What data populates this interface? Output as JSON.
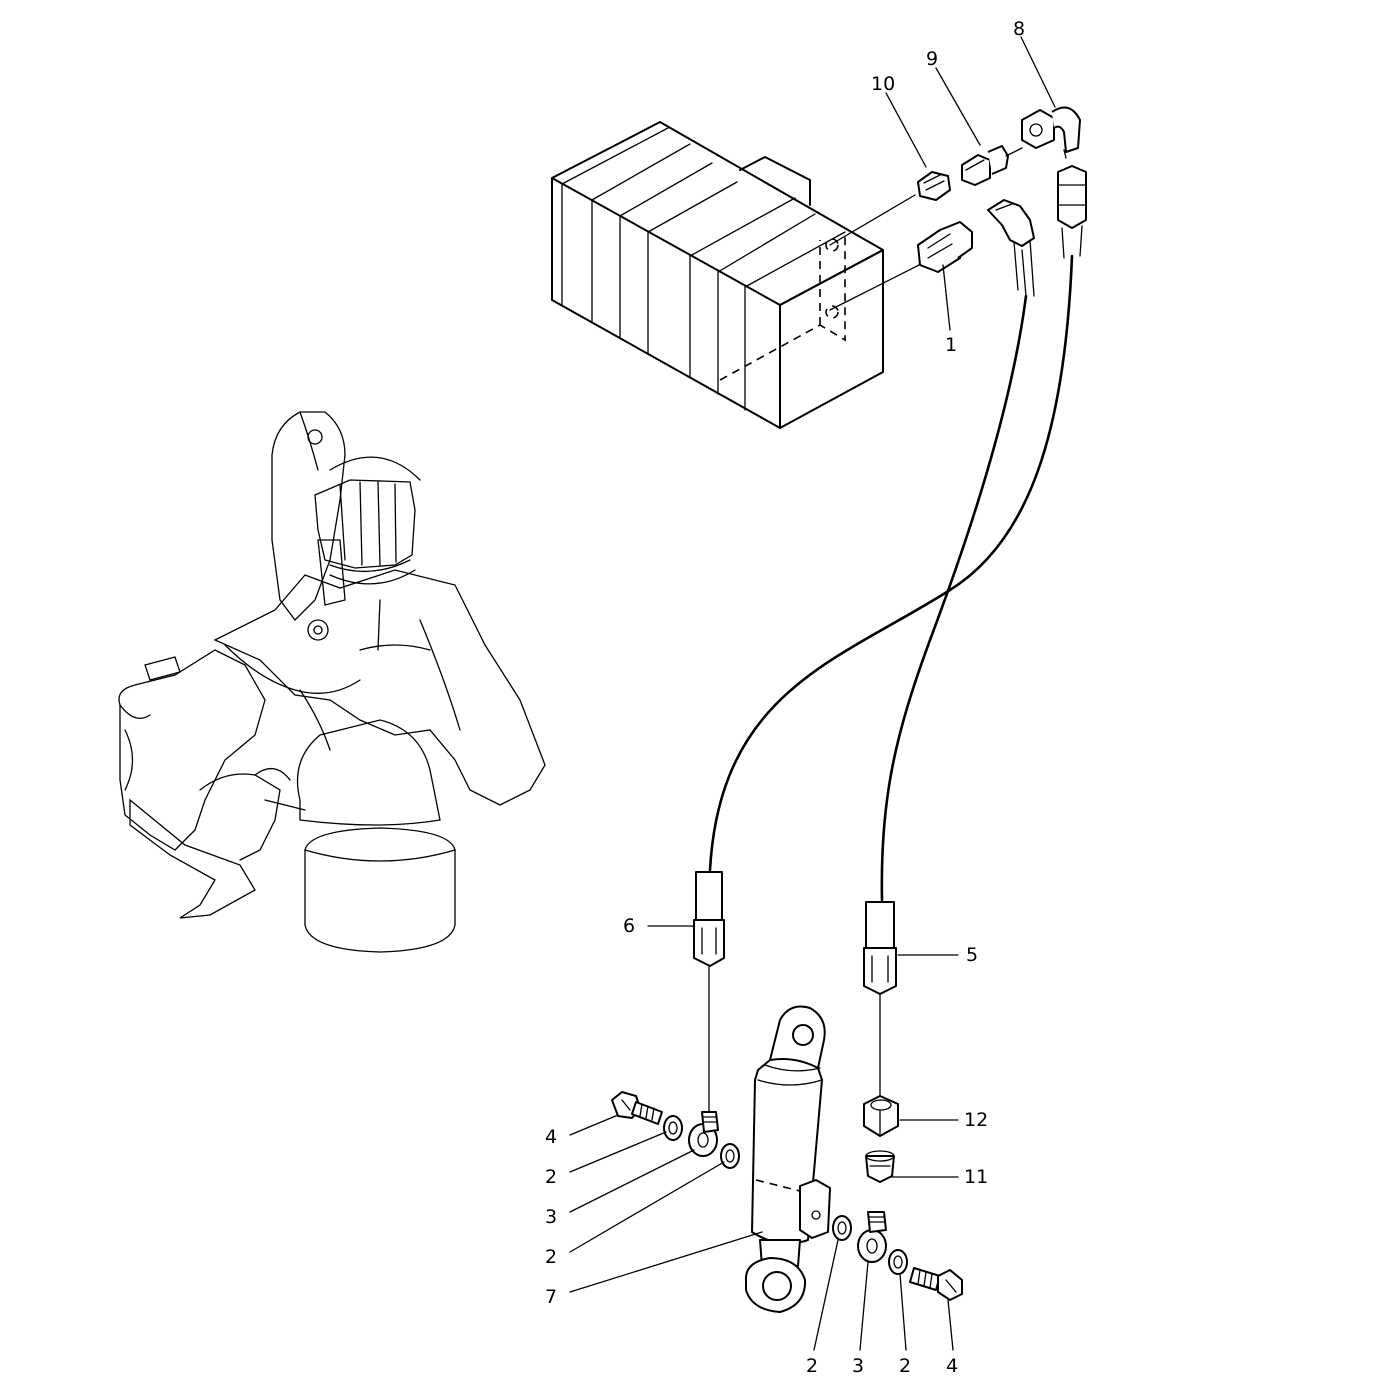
{
  "callouts": [
    {
      "id": "c8",
      "text": "8"
    },
    {
      "id": "c9",
      "text": "9"
    },
    {
      "id": "c10",
      "text": "10"
    },
    {
      "id": "c1",
      "text": "1"
    },
    {
      "id": "c6",
      "text": "6"
    },
    {
      "id": "c5",
      "text": "5"
    },
    {
      "id": "c12",
      "text": "12"
    },
    {
      "id": "c11",
      "text": "11"
    },
    {
      "id": "c4a",
      "text": "4"
    },
    {
      "id": "c2a",
      "text": "2"
    },
    {
      "id": "c3a",
      "text": "3"
    },
    {
      "id": "c2b",
      "text": "2"
    },
    {
      "id": "c7",
      "text": "7"
    },
    {
      "id": "c2c",
      "text": "2"
    },
    {
      "id": "c3b",
      "text": "3"
    },
    {
      "id": "c2d",
      "text": "2"
    },
    {
      "id": "c4b",
      "text": "4"
    }
  ]
}
